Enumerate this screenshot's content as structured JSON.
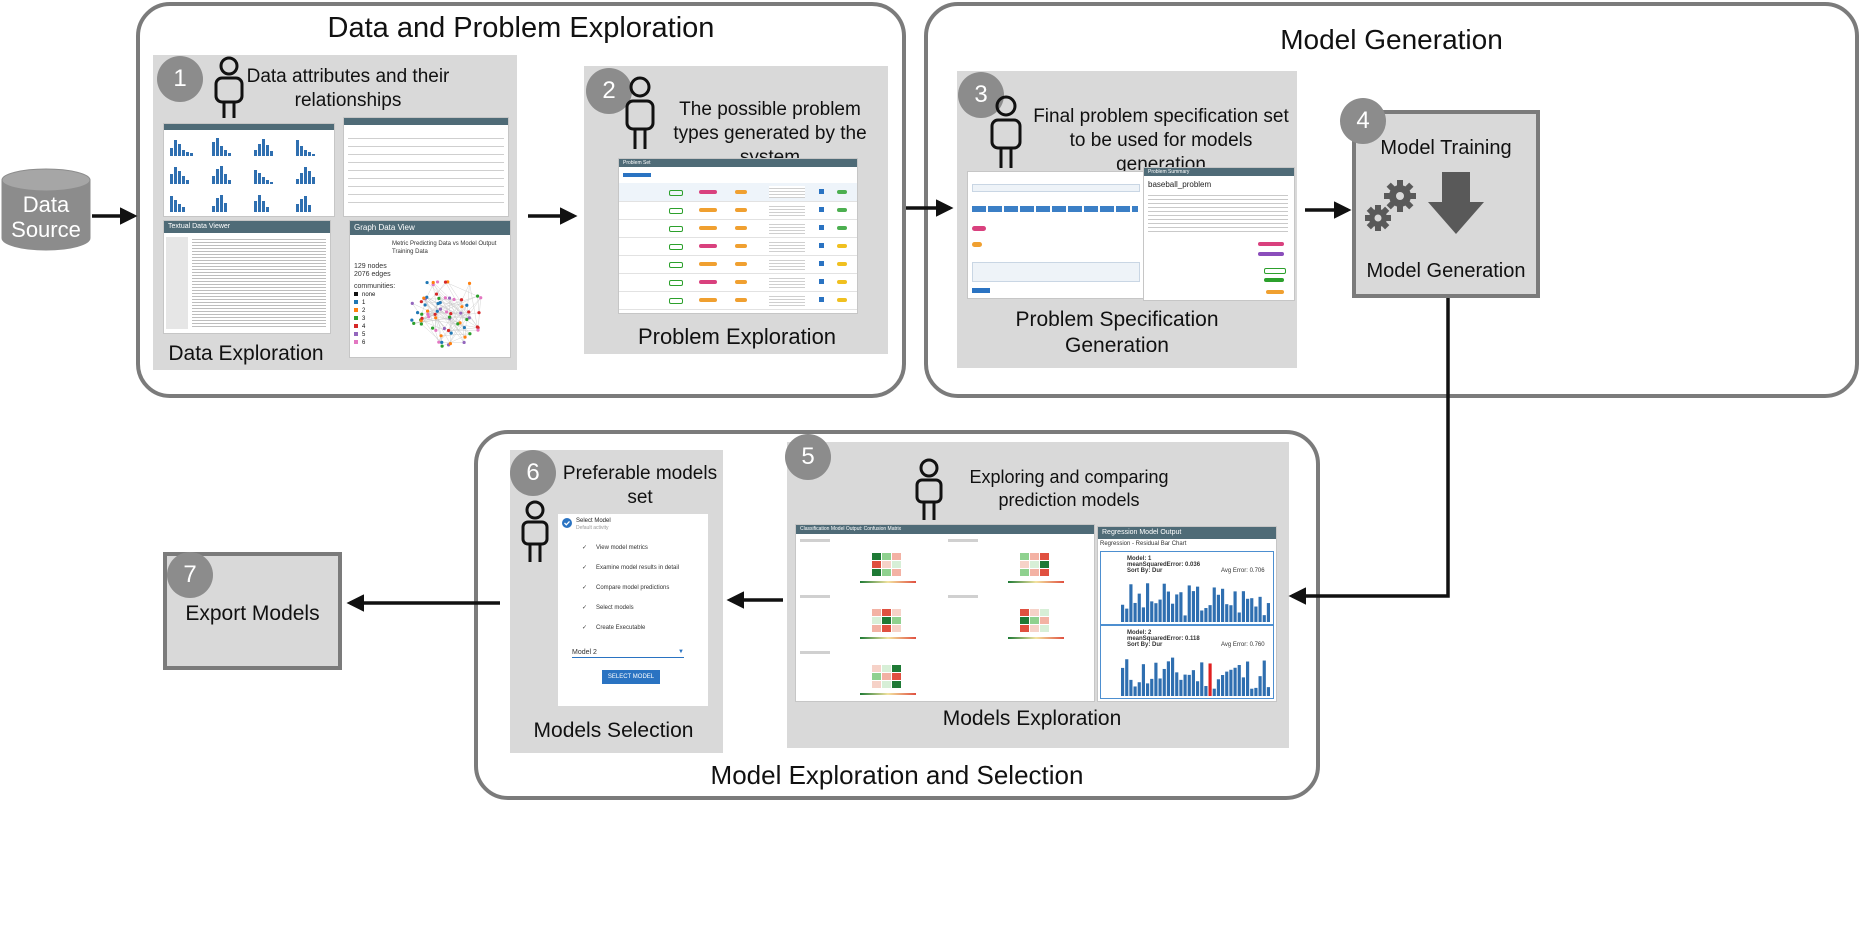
{
  "source": {
    "label_line1": "Data",
    "label_line2": "Source"
  },
  "sections": {
    "data_problem": {
      "title": "Data and Problem Exploration"
    },
    "model_generation": {
      "title": "Model Generation"
    },
    "model_exploration": {
      "title": "Model Exploration and Selection"
    }
  },
  "steps": [
    {
      "number": "1",
      "caption": "Data attributes and their relationships",
      "label": "Data Exploration"
    },
    {
      "number": "2",
      "caption": "The possible problem types generated by the system",
      "label": "Problem Exploration"
    },
    {
      "number": "3",
      "caption": "Final problem specification set to be used for models generation",
      "label_line1": "Problem Specification",
      "label_line2": "Generation"
    },
    {
      "number": "4",
      "title": "Model Training",
      "label": "Model Generation"
    },
    {
      "number": "5",
      "caption": "Exploring and comparing prediction models",
      "label": "Models Exploration"
    },
    {
      "number": "6",
      "caption": "Preferable models set",
      "label": "Models Selection"
    },
    {
      "number": "7",
      "label": "Export Models"
    }
  ],
  "screenshots": {
    "textual_view_title": "Textual Data Viewer",
    "graph_view_title": "Graph Data View",
    "graph_subtitle": "Metric Predicting Data vs Model Output",
    "graph_subtitle2": "Training Data",
    "graph_nodes": "129 nodes",
    "graph_edges": "2076 edges",
    "graph_communities_label": "communities:",
    "graph_communities": [
      "none",
      "1",
      "2",
      "3",
      "4",
      "5",
      "6"
    ],
    "graph_community_colors": [
      "#111111",
      "#1f77b4",
      "#ff7f0e",
      "#2ca02c",
      "#d62728",
      "#9467bd",
      "#e377c2"
    ],
    "problem_set_title": "Problem Set",
    "problem_summary_title": "Problem Summary",
    "problem_summary_name": "baseball_problem",
    "confusion_title": "Classification Model Output: Confusion Matrix",
    "regression_title": "Regression Model Output",
    "regression_subtitle": "Regression - Residual Bar Chart",
    "model1_label": "Model: 1",
    "model1_mse": "meanSquaredError: 0.036",
    "model1_avg": "Avg Error: 0.706",
    "model2_label": "Model: 2",
    "model2_mse": "meanSquaredError: 0.118",
    "model2_avg": "Avg Error: 0.760",
    "sort_by": "Sort By: Dur",
    "select_model_title": "Select Model",
    "select_model_sub": "Default activity",
    "select_items": [
      "View model metrics",
      "Examine model results in detail",
      "Compare model predictions",
      "Select models",
      "Create Executable"
    ],
    "dropdown_value": "Model 2",
    "select_button": "SELECT MODEL"
  }
}
